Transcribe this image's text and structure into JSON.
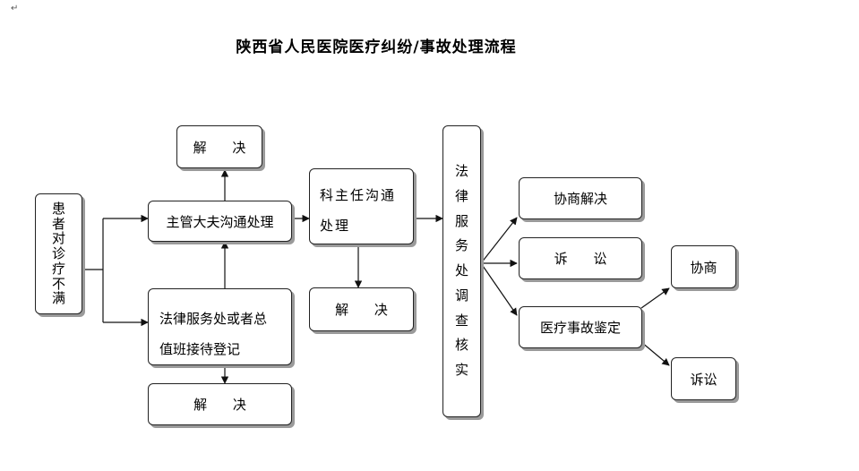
{
  "corner_mark": "↵",
  "title": "陕西省人民医院医疗纠纷/事故处理流程",
  "nodes": {
    "patient": [
      "患",
      "者",
      "对",
      "诊",
      "疗",
      "不",
      "满"
    ],
    "resolve_top": "解 决",
    "attending": "主管大夫沟通处理",
    "legal_or_duty": {
      "line1": "法律服务处或者总",
      "line2": "值班接待登记"
    },
    "resolve_bottom": "解 决",
    "dept_head": {
      "line1": "科主任沟通",
      "line2": "处理"
    },
    "resolve_mid": "解 决",
    "legal_investigate": [
      "法",
      "律",
      "服",
      "务",
      "处",
      "调",
      "查",
      "核",
      "实"
    ],
    "negotiate": "协商解决",
    "litigation": "诉 讼",
    "appraisal": "医疗事故鉴定",
    "appraisal_negotiate": "协商",
    "appraisal_litigation": "诉讼"
  }
}
